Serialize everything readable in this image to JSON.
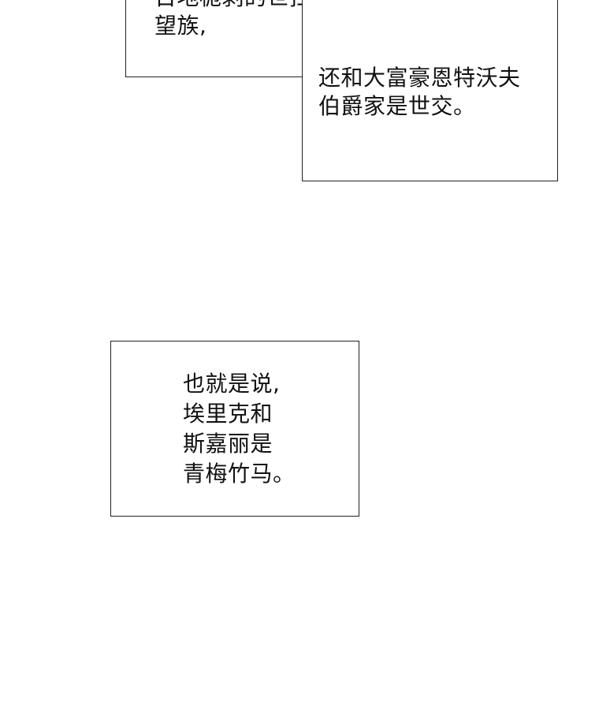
{
  "panel_top": {
    "line1_cut": "日地栀剥的世扛",
    "line2": "望族,"
  },
  "panel_middle": {
    "line1": "还和大富豪恩特沃夫",
    "line2": "伯爵家是世交。"
  },
  "panel_bottom": {
    "line1": "也就是说,",
    "line2": "埃里克和",
    "line3": "斯嘉丽是",
    "line4": "青梅竹马。"
  }
}
